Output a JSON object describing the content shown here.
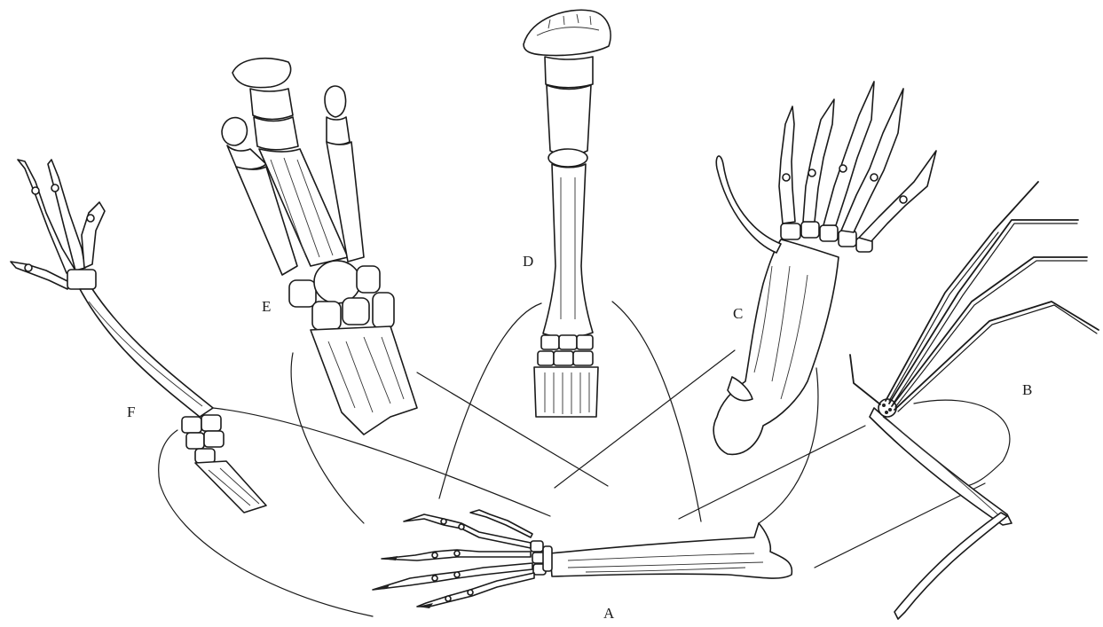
{
  "figure": {
    "labels": {
      "a": "A",
      "b": "B",
      "c": "C",
      "d": "D",
      "e": "E",
      "f": "F"
    },
    "colors": {
      "ink": "#1a1a1a",
      "background": "#ffffff"
    }
  }
}
